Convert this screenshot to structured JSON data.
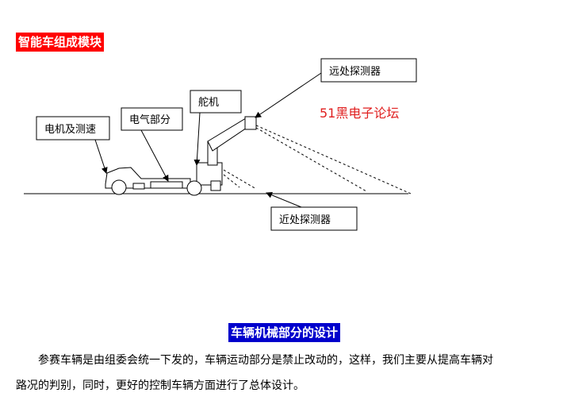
{
  "headings": {
    "module": "智能车组成模块",
    "mechanical": "车辆机械部分的设计"
  },
  "diagram": {
    "labels": {
      "far_detector": "远处探测器",
      "near_detector": "近处探测器",
      "steering": "舵机",
      "electrical": "电气部分",
      "motor": "电机及测速"
    },
    "watermark": "51黑电子论坛",
    "colors": {
      "watermark": "#e02020",
      "lines": "#000000"
    }
  },
  "body": {
    "line1": "参赛车辆是由组委会统一下发的，车辆运动部分是禁止改动的，这样，我们主要从提高车辆对",
    "line2": "路况的判别，同时，更好的控制车辆方面进行了总体设计。"
  }
}
